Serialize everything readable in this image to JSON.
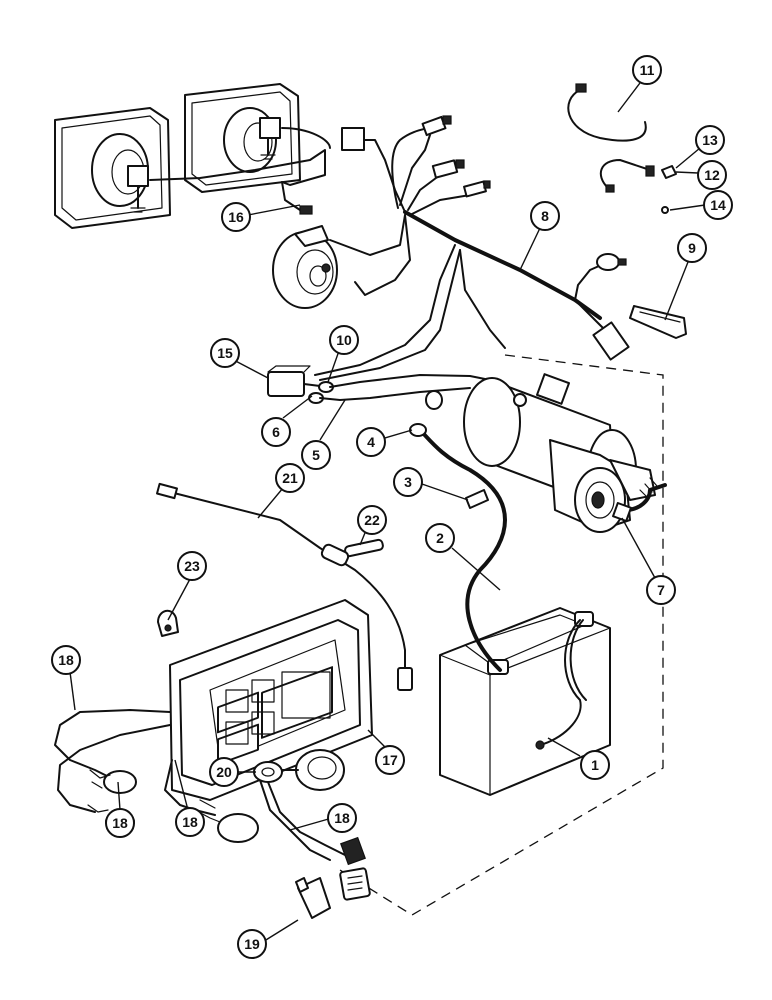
{
  "callouts": [
    {
      "id": "callout-1",
      "label": "1"
    },
    {
      "id": "callout-2",
      "label": "2"
    },
    {
      "id": "callout-3",
      "label": "3"
    },
    {
      "id": "callout-4",
      "label": "4"
    },
    {
      "id": "callout-5",
      "label": "5"
    },
    {
      "id": "callout-6",
      "label": "6"
    },
    {
      "id": "callout-7",
      "label": "7"
    },
    {
      "id": "callout-8",
      "label": "8"
    },
    {
      "id": "callout-9",
      "label": "9"
    },
    {
      "id": "callout-10",
      "label": "10"
    },
    {
      "id": "callout-11",
      "label": "11"
    },
    {
      "id": "callout-12",
      "label": "12"
    },
    {
      "id": "callout-13",
      "label": "13"
    },
    {
      "id": "callout-14",
      "label": "14"
    },
    {
      "id": "callout-15",
      "label": "15"
    },
    {
      "id": "callout-16",
      "label": "16"
    },
    {
      "id": "callout-17",
      "label": "17"
    },
    {
      "id": "callout-18",
      "label": "18"
    },
    {
      "id": "callout-18b",
      "label": "18"
    },
    {
      "id": "callout-18c",
      "label": "18"
    },
    {
      "id": "callout-18d",
      "label": "18"
    },
    {
      "id": "callout-19",
      "label": "19"
    },
    {
      "id": "callout-20",
      "label": "20"
    },
    {
      "id": "callout-21",
      "label": "21"
    },
    {
      "id": "callout-22",
      "label": "22"
    },
    {
      "id": "callout-23",
      "label": "23"
    }
  ]
}
